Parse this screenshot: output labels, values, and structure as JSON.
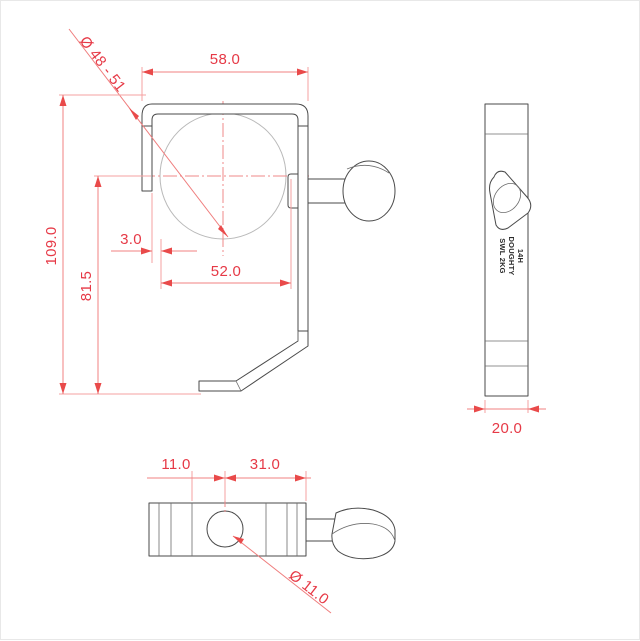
{
  "drawing": {
    "title": "Doughty 14H Hook Clamp Technical Drawing",
    "background_color": "#ffffff",
    "part_line_color": "#4a4a4a",
    "dimension_color": "#e63946",
    "phantom_color": "#b9b9b9",
    "views": {
      "front": {
        "name": "front-elevation-view",
        "dimensions": {
          "pipe_diameter": "Ø 48 - 51",
          "top_width": "58.0",
          "overall_height": "109.0",
          "inner_height": "81.5",
          "gap": "3.0",
          "bore_width": "52.0"
        }
      },
      "side": {
        "name": "side-elevation-view",
        "dimensions": {
          "thickness": "20.0"
        },
        "engraving": {
          "line1": "14H",
          "line2": "DOUGHTY",
          "line3": "SWL 2KG"
        }
      },
      "plan": {
        "name": "plan-view",
        "dimensions": {
          "left_segment": "11.0",
          "right_segment": "31.0",
          "hole_diameter": "Ø 11.0"
        }
      }
    }
  }
}
